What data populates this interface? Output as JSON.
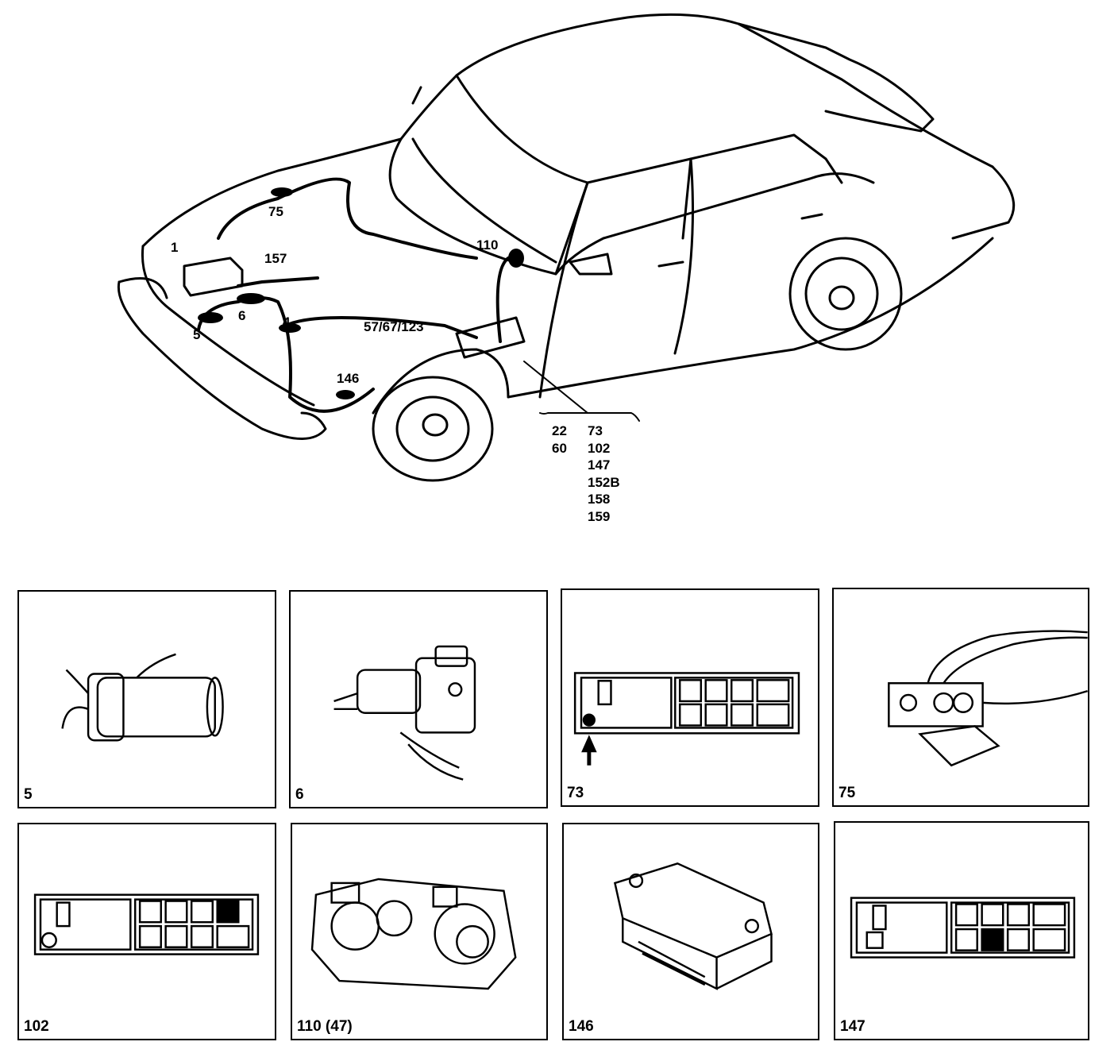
{
  "overview": {
    "callouts": {
      "c1": "1",
      "c75": "75",
      "c157": "157",
      "c110": "110",
      "c6": "6",
      "c4": "4",
      "c5": "5",
      "c57": "57/67/123",
      "c146": "146"
    },
    "fusebox_left": [
      "22",
      "60"
    ],
    "fusebox_right": [
      "73",
      "102",
      "147",
      "152B",
      "158",
      "159"
    ]
  },
  "panels": [
    {
      "label": "5",
      "icon": "ignition-coil-icon"
    },
    {
      "label": "6",
      "icon": "starter-motor-icon"
    },
    {
      "label": "73",
      "icon": "fuse-box-relay-73-icon"
    },
    {
      "label": "75",
      "icon": "connector-75-icon"
    },
    {
      "label": "102",
      "icon": "fuse-box-relay-102-icon"
    },
    {
      "label": "110 (47)",
      "icon": "instrument-cluster-icon"
    },
    {
      "label": "146",
      "icon": "control-module-icon"
    },
    {
      "label": "147",
      "icon": "fuse-box-relay-147-icon"
    }
  ]
}
